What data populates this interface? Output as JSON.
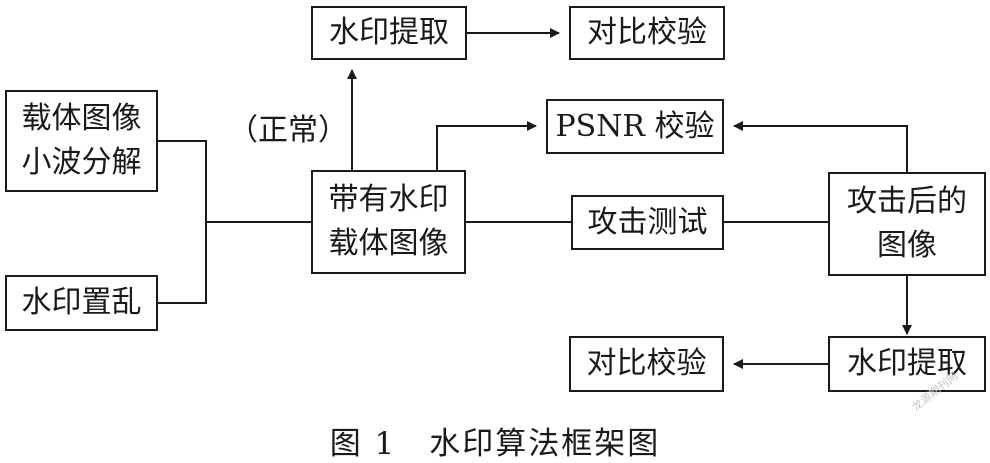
{
  "boxes": {
    "carrier_decompose": [
      "载体图像",
      "小波分解"
    ],
    "watermark_scramble": "水印置乱",
    "watermarked_carrier": [
      "带有水印",
      "载体图像"
    ],
    "extract_normal": "水印提取",
    "compare_top": "对比校验",
    "psnr_check": "PSNR 校验",
    "attack_test": "攻击测试",
    "attacked_image": [
      "攻击后的",
      "图像"
    ],
    "extract_attacked": "水印提取",
    "compare_bottom": "对比校验"
  },
  "labels": {
    "normal_path": "（正常）"
  },
  "caption": "图 1　水印算法框架图",
  "watermark_text": "龙源期刊网",
  "colors": {
    "line": "#1a1a1a",
    "background": "#ffffff",
    "watermark": "#c8c8c8"
  }
}
